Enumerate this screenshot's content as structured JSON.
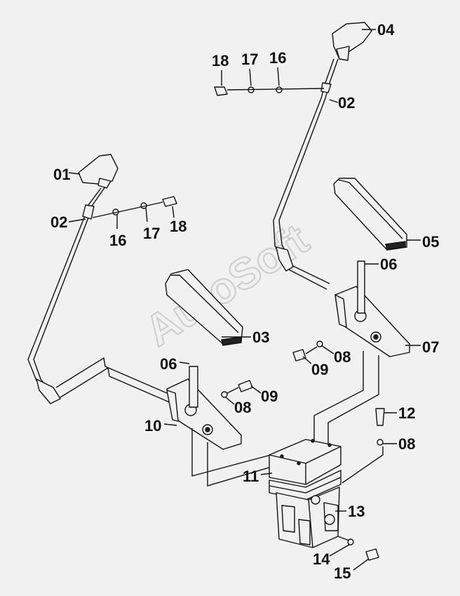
{
  "watermark": "AutoSoft",
  "callouts": {
    "c01": "01",
    "c02a": "02",
    "c02b": "02",
    "c03": "03",
    "c04": "04",
    "c05": "05",
    "c06a": "06",
    "c06b": "06",
    "c07": "07",
    "c08a": "08",
    "c08b": "08",
    "c08c": "08",
    "c09a": "09",
    "c09b": "09",
    "c10": "10",
    "c11": "11",
    "c12": "12",
    "c13": "13",
    "c14": "14",
    "c15": "15",
    "c16a": "16",
    "c16b": "16",
    "c17a": "17",
    "c17b": "17",
    "c18a": "18",
    "c18b": "18"
  }
}
